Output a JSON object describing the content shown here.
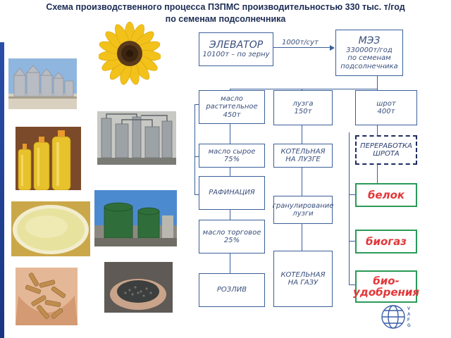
{
  "title": {
    "line1": "Схема производственного процесса ПЗПМС производительностью 330 тыс. т/год",
    "line2": "по семенам подсолнечника"
  },
  "diagram": {
    "elevator": {
      "line1": "ЭЛЕВАТОР",
      "line2": "10100т – по зерну"
    },
    "edge_label": "1000т/сут",
    "mez": {
      "line1": "МЭЗ",
      "line2": "330000т/год",
      "line3": "по семенам",
      "line4": "подсолнечника"
    },
    "oil": {
      "line1": "масло",
      "line2": "растительное",
      "line3": "450т"
    },
    "husk": {
      "line1": "лузга",
      "line2": "150т"
    },
    "meal": {
      "line1": "шрот",
      "line2": "400т"
    },
    "raw_oil": {
      "line1": "масло сырое",
      "line2": "75%"
    },
    "husk_boiler": {
      "line1": "КОТЕЛЬНАЯ",
      "line2": "НА ЛУЗГЕ"
    },
    "meal_processing": {
      "line1": "ПЕРЕРАБОТКА",
      "line2": "ШРОТА"
    },
    "refining": {
      "line1": "РАФИНАЦИЯ"
    },
    "protein": {
      "line1": "белок"
    },
    "granulation": {
      "line1": "гранулирование",
      "line2": "лузги"
    },
    "commercial_oil": {
      "line1": "масло торговое",
      "line2": "25%"
    },
    "biogas": {
      "line1": "биогаз"
    },
    "gas_boiler": {
      "line1": "КОТЕЛЬНАЯ",
      "line2": "НА ГАЗУ"
    },
    "bottling": {
      "line1": "РОЗЛИВ"
    },
    "biofert": {
      "line1": "био-",
      "line2": "удобрения"
    }
  },
  "colors": {
    "box_border": "#3b5f9a",
    "green_border": "#2a9a58",
    "green_text": "#e2383a",
    "title": "#1c2c54"
  },
  "icons": [
    "sunflower-image",
    "grain-silos-photo",
    "oil-bottles-photo",
    "factory-equipment-photo",
    "protein-powder-photo",
    "biogas-plant-photo",
    "husk-pellets-photo",
    "fertilizer-granules-photo",
    "company-logo"
  ]
}
